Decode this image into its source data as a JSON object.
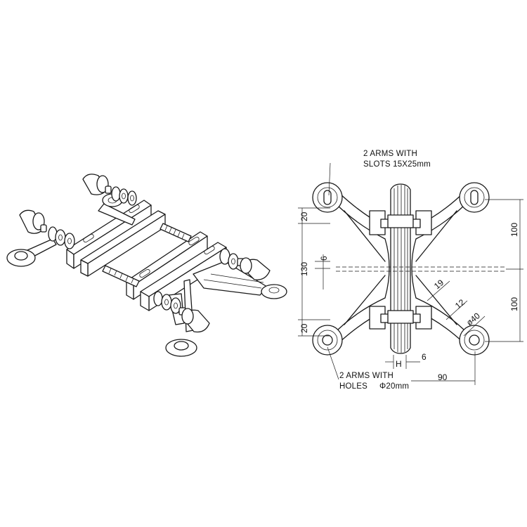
{
  "labels": {
    "slots_line1": "2 ARMS WITH",
    "slots_line2": "SLOTS 15X25mm",
    "holes_line1": "2 ARMS WITH",
    "holes_line2": "HOLES",
    "holes_size": "Φ20mm"
  },
  "dimensions": {
    "d_20_top": "20",
    "d_130": "130",
    "d_6_vertical": "6",
    "d_20_bottom": "20",
    "d_100_top": "100",
    "d_100_bottom": "100",
    "d_19": "19",
    "d_12": "12",
    "d_phi40": "ø40",
    "d_6_horizontal": "6",
    "d_H": "H",
    "d_90": "90"
  }
}
